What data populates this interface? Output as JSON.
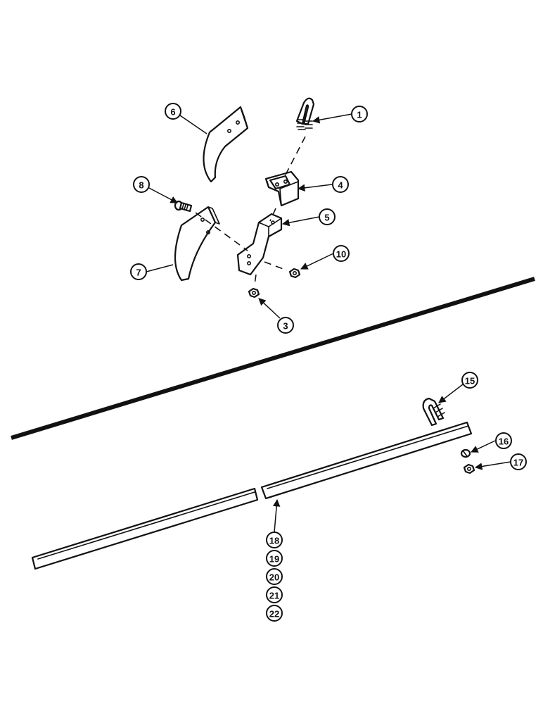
{
  "diagram": {
    "callouts": {
      "c1": "1",
      "c3": "3",
      "c4": "4",
      "c5": "5",
      "c6": "6",
      "c7": "7",
      "c8": "8",
      "c10": "10",
      "c15": "15",
      "c16": "16",
      "c17": "17",
      "c18": "18",
      "c19": "19",
      "c20": "20",
      "c21": "21",
      "c22": "22"
    }
  }
}
